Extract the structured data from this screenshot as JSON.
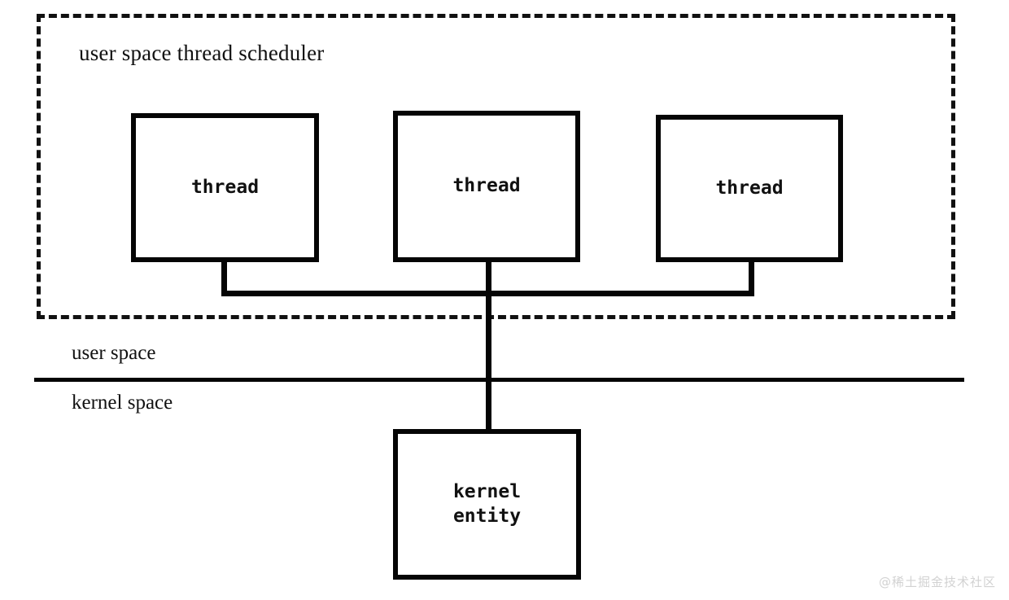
{
  "diagram": {
    "title": "user space thread scheduler",
    "regions": {
      "scheduler": {
        "label": "user space thread scheduler",
        "border_style": "dashed",
        "color": "#111111"
      },
      "user_space_label": "user space",
      "kernel_space_label": "kernel space"
    },
    "nodes": [
      {
        "id": "thread-1",
        "label": "thread"
      },
      {
        "id": "thread-2",
        "label": "thread"
      },
      {
        "id": "thread-3",
        "label": "thread"
      },
      {
        "id": "kernel-entity",
        "label": "kernel\nentity"
      }
    ],
    "edges": [
      {
        "from": "thread-1",
        "to": "thread-bus"
      },
      {
        "from": "thread-2",
        "to": "kernel-entity"
      },
      {
        "from": "thread-3",
        "to": "thread-bus"
      }
    ],
    "colors": {
      "stroke": "#050505",
      "text": "#111111",
      "background": "#ffffff",
      "watermark": "#d2d2d2"
    }
  },
  "watermark": {
    "text": "@稀土掘金技术社区"
  }
}
